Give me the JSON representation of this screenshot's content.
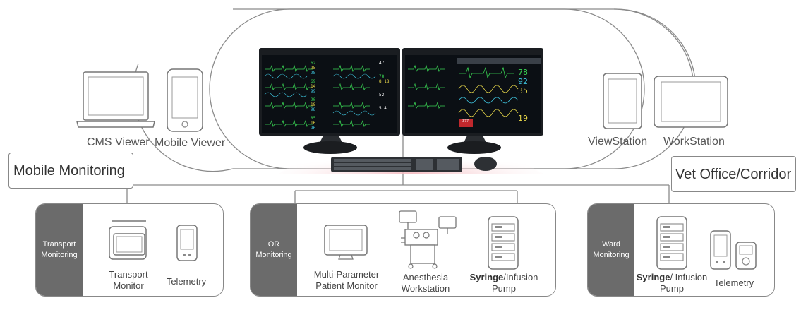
{
  "top_devices": {
    "cms_viewer": "CMS Viewer",
    "mobile_viewer": "Mobile Viewer",
    "viewstation": "ViewStation",
    "workstation": "WorkStation"
  },
  "side_boxes": {
    "left": "Mobile Monitoring",
    "right": "Vet Office/Corridor"
  },
  "monitor_values": {
    "left": [
      "62",
      "95",
      "98",
      "69",
      "14",
      "99",
      "90",
      "18",
      "98",
      "85",
      "16",
      "96",
      "47",
      "78",
      "8.18",
      "52",
      "5.4"
    ],
    "right": [
      "78",
      "92",
      "35",
      "19",
      "377"
    ]
  },
  "groups": [
    {
      "tag": [
        "Transport",
        "Monitoring"
      ],
      "items": [
        {
          "line1": "Transport",
          "line2": "Monitor"
        },
        {
          "line1": "Telemetry",
          "line2": ""
        }
      ]
    },
    {
      "tag": [
        "OR",
        "Monitoring"
      ],
      "items": [
        {
          "line1": "Multi-Parameter",
          "line2": "Patient Monitor"
        },
        {
          "line1": "Anesthesia",
          "line2": "Workstation"
        },
        {
          "bold": "Syringe",
          "line1": "/Infusion",
          "line2": "Pump"
        }
      ]
    },
    {
      "tag": [
        "Ward",
        "Monitoring"
      ],
      "items": [
        {
          "bold": "Syringe",
          "line1": "/ Infusion",
          "line2": "Pump"
        },
        {
          "line1": "Telemetry",
          "line2": ""
        }
      ]
    }
  ],
  "colors": {
    "screen_bg": "#0b0f14",
    "wave_green": "#39d353",
    "wave_yellow": "#e8d84a",
    "wave_cyan": "#3fc6e0",
    "glow": "#f6c9cd",
    "tag_gray": "#6b6b6b"
  }
}
